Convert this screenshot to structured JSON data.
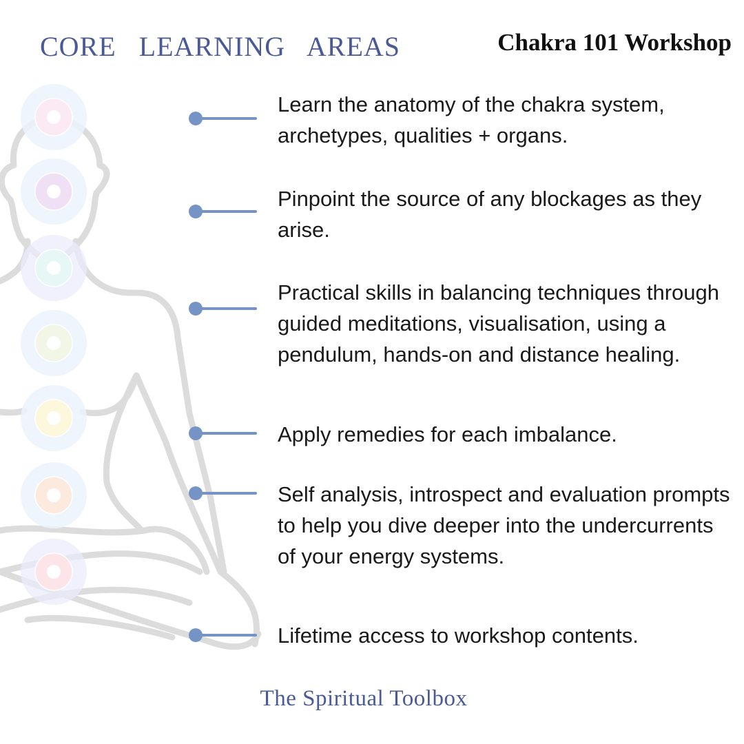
{
  "header": {
    "title": "CORE LEARNING AREAS",
    "workshop": "Chakra 101 Workshop"
  },
  "items": [
    {
      "text": "Learn the anatomy of the chakra system, archetypes, qualities + organs."
    },
    {
      "text": "Pinpoint the source of any blockages as they arise."
    },
    {
      "text": "Practical skills in balancing techniques through guided meditations, visualisation, using a pendulum, hands-on and distance healing."
    },
    {
      "text": "Apply remedies for each imbalance."
    },
    {
      "text": "Self analysis, introspect and evaluation prompts to help you dive deeper into the undercurrents of your energy systems."
    },
    {
      "text": "Lifetime access to workshop contents."
    }
  ],
  "chakra_colors": [
    "#fbe9f4",
    "#efe0f6",
    "#e6f7f6",
    "#f1f6e6",
    "#fdf7dc",
    "#fdeadf",
    "#fde4e8"
  ],
  "accent": "#7593c4",
  "footer": "The Spiritual Toolbox"
}
